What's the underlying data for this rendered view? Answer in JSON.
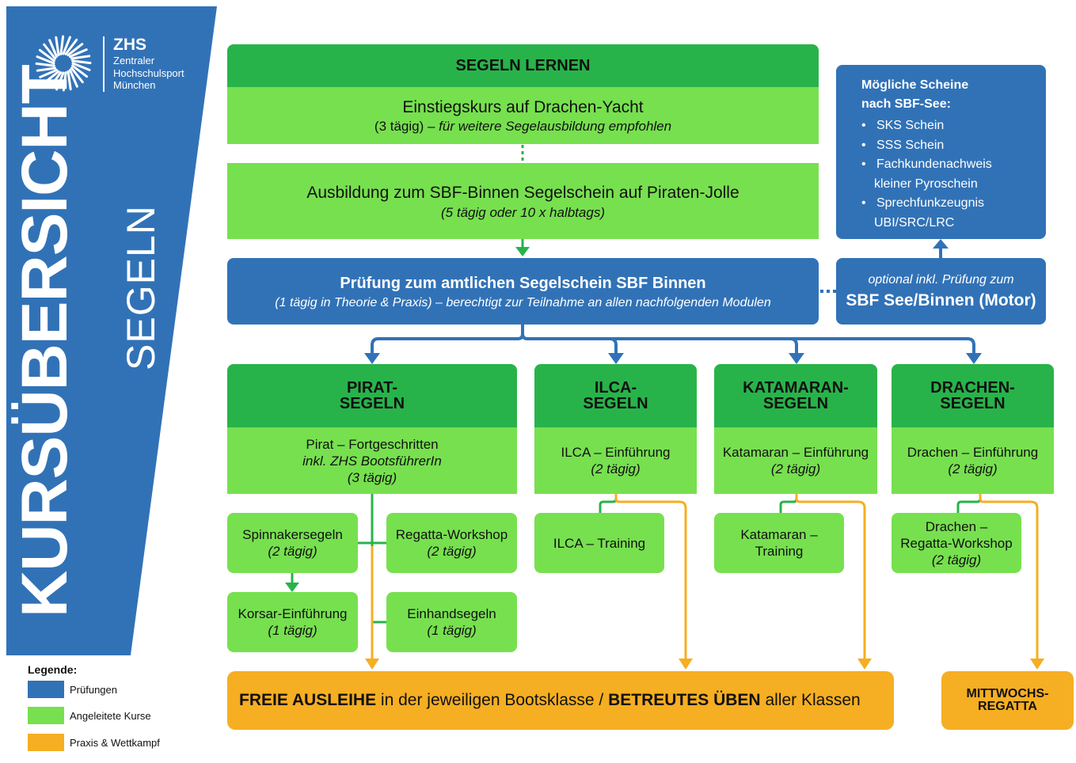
{
  "sidebar": {
    "brand": "ZHS",
    "brand_lines": [
      "Zentraler",
      "Hochschulsport",
      "München"
    ],
    "title": "KURSÜBERSICHT",
    "subtitle": "SEGELN"
  },
  "legend": {
    "title": "Legende:",
    "items": [
      {
        "label": "Prüfungen",
        "color": "#3172b7"
      },
      {
        "label": "Angeleitete Kurse",
        "color": "#77e04f"
      },
      {
        "label": "Praxis & Wettkampf",
        "color": "#f6ae22"
      }
    ]
  },
  "learn": {
    "header": "SEGELN LERNEN",
    "intro_title": "Einstiegskurs auf Drachen-Yacht",
    "intro_sub_a": "(3 tägig) – ",
    "intro_sub_b": "für weitere Segelausbildung empfohlen",
    "sbf_title": "Ausbildung zum SBF-Binnen Segelschein auf Piraten-Jolle",
    "sbf_sub": "(5 tägig oder 10 x halbtags)"
  },
  "exam": {
    "title": "Prüfung zum amtlichen Segelschein SBF Binnen",
    "sub": "(1 tägig in Theorie & Praxis) – berechtigt zur Teilnahme an allen nachfolgenden Modulen"
  },
  "optional": {
    "sub": "optional inkl. Prüfung zum",
    "title": "SBF See/Binnen (Motor)"
  },
  "scheine": {
    "title_1": "Mögliche Scheine",
    "title_2": "nach SBF-See:",
    "items": [
      "SKS Schein",
      "SSS Schein",
      "Fachkundenachweis",
      "Sprechfunkzeugnis"
    ],
    "item_3_cont": "kleiner Pyroschein",
    "item_4_cont": "UBI/SRC/LRC"
  },
  "pirat": {
    "h1": "PIRAT-",
    "h2": "SEGELN",
    "b1": "Pirat – Fortgeschritten",
    "b2": "inkl. ZHS BootsführerIn",
    "b3": "(3 tägig)"
  },
  "ilca": {
    "h1": "ILCA-",
    "h2": "SEGELN",
    "b1": "ILCA – Einführung",
    "b2": "(2 tägig)"
  },
  "kat": {
    "h1": "KATAMARAN-",
    "h2": "SEGELN",
    "b1": "Katamaran – Einführung",
    "b2": "(2 tägig)"
  },
  "drachen": {
    "h1": "DRACHEN-",
    "h2": "SEGELN",
    "b1": "Drachen – Einführung",
    "b2": "(2 tägig)"
  },
  "sub": {
    "spinn": {
      "t": "Spinnakersegeln",
      "d": "(2 tägig)"
    },
    "regatta": {
      "t": "Regatta-Workshop",
      "d": "(2 tägig)"
    },
    "korsar": {
      "t": "Korsar-Einführung",
      "d": "(1 tägig)"
    },
    "einhand": {
      "t": "Einhandsegeln",
      "d": "(1 tägig)"
    },
    "ilca_tr": {
      "t": "ILCA – Training"
    },
    "kat_tr": {
      "t1": "Katamaran –",
      "t2": "Training"
    },
    "dr_reg": {
      "t1": "Drachen –",
      "t2": "Regatta-Workshop",
      "d": "(2 tägig)"
    }
  },
  "freie": {
    "a": "FREIE AUSLEIHE",
    "b": " in der jeweiligen Bootsklasse / ",
    "c": "BETREUTES ÜBEN",
    "d": " aller Klassen"
  },
  "mittwoch": {
    "l1": "MITTWOCHS-",
    "l2": "REGATTA"
  },
  "colors": {
    "blue": "#3172b7",
    "green_dark": "#28b34a",
    "green_light": "#77e04f",
    "orange": "#f6ae22"
  }
}
